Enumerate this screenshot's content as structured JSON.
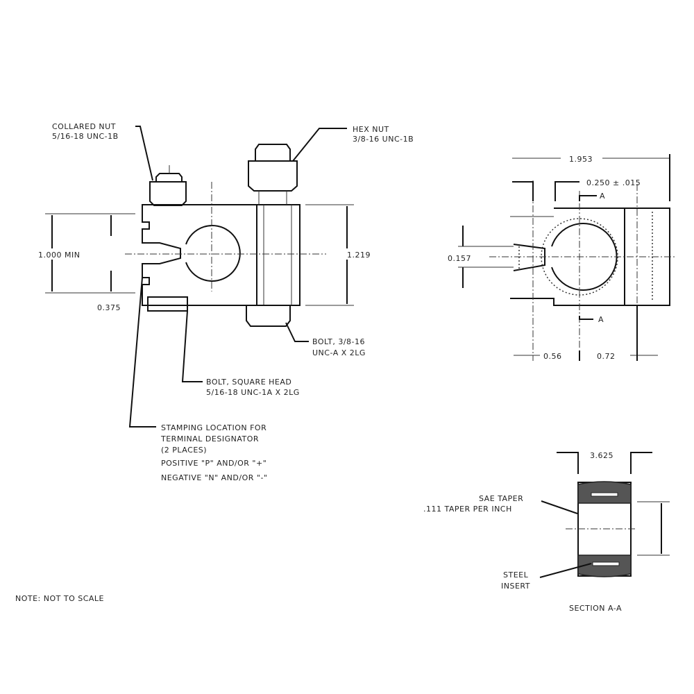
{
  "front_view": {
    "collared_nut": [
      "COLLARED NUT",
      "5/16-18 UNC-1B"
    ],
    "hex_nut": [
      "HEX NUT",
      "3/8-16 UNC-1B"
    ],
    "dim_height_min": "1.000 MIN",
    "dim_height": "1.219",
    "dim_offset": "0.375",
    "bolt": [
      "BOLT, 3/8-16",
      "UNC-A X 2LG"
    ],
    "bolt_square_head": [
      "BOLT, SQUARE HEAD",
      "5/16-18 UNC-1A X 2LG"
    ],
    "stamping": [
      "STAMPING LOCATION FOR",
      "TERMINAL DESIGNATOR",
      "(2 PLACES)",
      "POSITIVE \"P\" AND/OR \"+\"",
      "NEGATIVE \"N\" AND/OR \"-\""
    ]
  },
  "top_view": {
    "dim_width": "1.953",
    "dim_slot": "0.250 ± .015",
    "dim_gap": "0.157",
    "dim_left": "0.56",
    "dim_right": "0.72",
    "section_mark": "A"
  },
  "section_view": {
    "dim_width": "3.625",
    "taper": [
      "SAE TAPER",
      ".111 TAPER PER INCH"
    ],
    "insert": [
      "STEEL",
      "INSERT"
    ],
    "title": "SECTION A-A"
  },
  "note": "NOTE:  NOT TO SCALE"
}
